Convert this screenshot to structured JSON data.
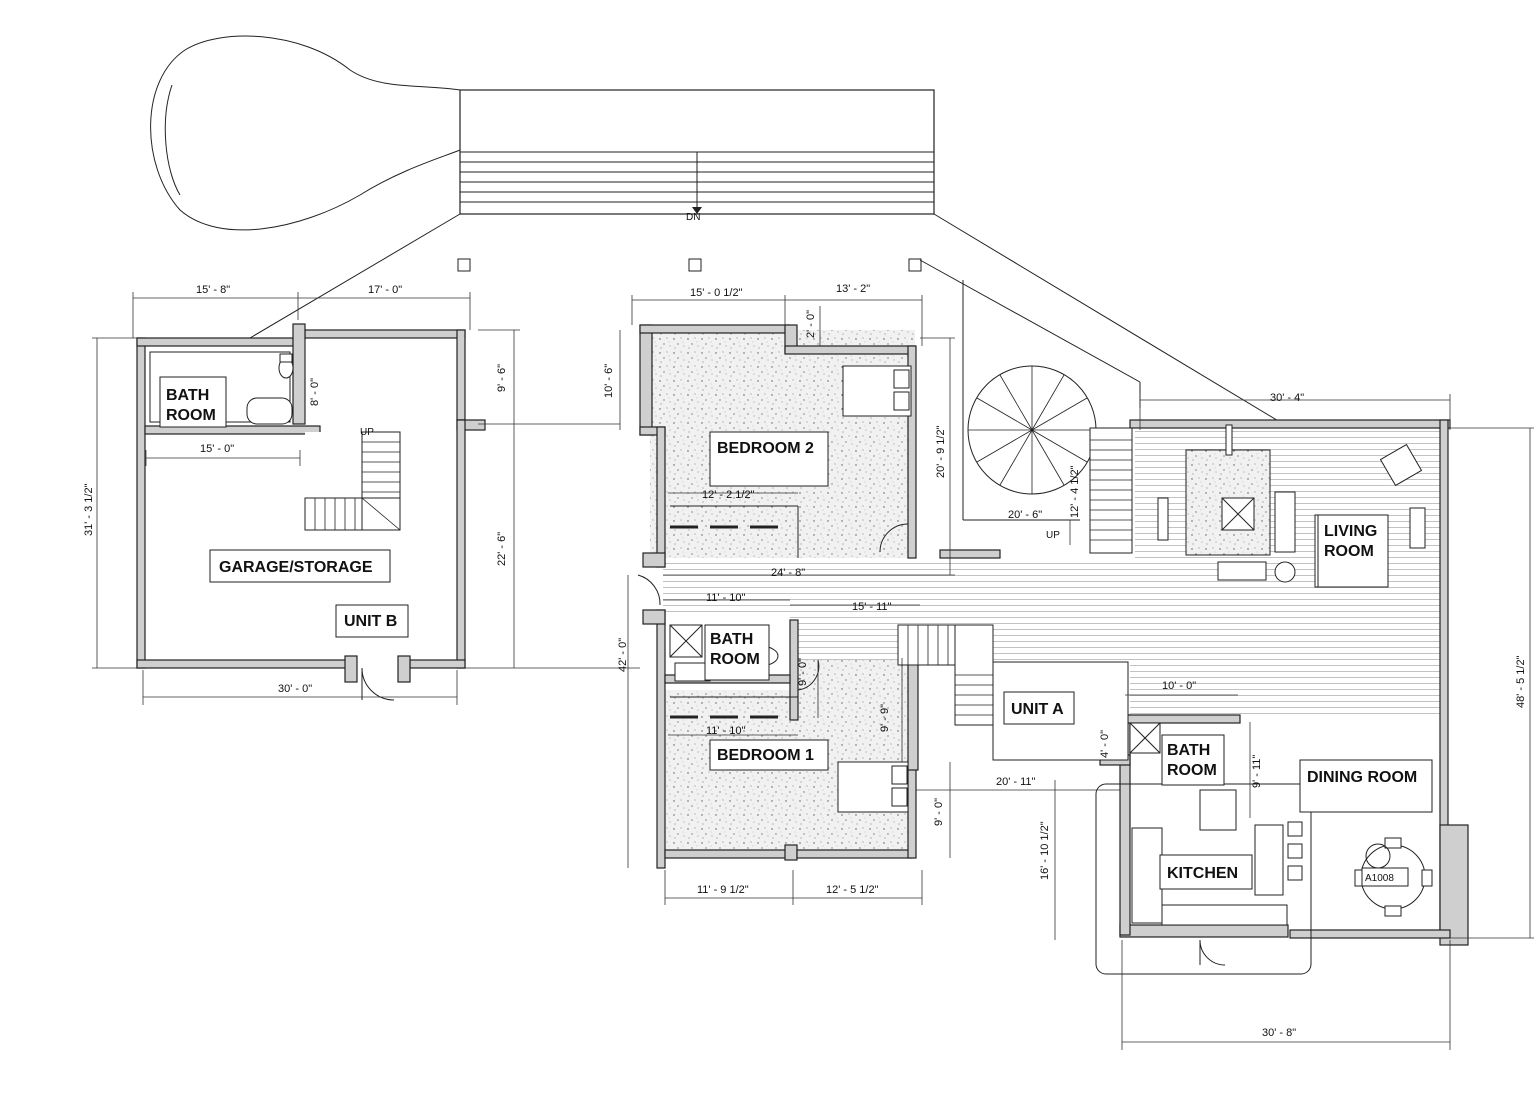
{
  "rooms": {
    "unit_b_bath_line1": "BATH",
    "unit_b_bath_line2": "ROOM",
    "garage": "GARAGE/STORAGE",
    "unit_b": "UNIT B",
    "bedroom2": "BEDROOM 2",
    "living_line1": "LIVING",
    "living_line2": "ROOM",
    "bath_a_line1": "BATH",
    "bath_a_line2": "ROOM",
    "bedroom1": "BEDROOM 1",
    "unit_a": "UNIT A",
    "bath_k_line1": "BATH",
    "bath_k_line2": "ROOM",
    "dining": "DINING ROOM",
    "kitchen": "KITCHEN"
  },
  "tags": {
    "dn": "DN",
    "up_garage": "UP",
    "up_stair": "UP",
    "section": "A1008"
  },
  "dims": {
    "d_15_8": "15' - 8\"",
    "d_17_0": "17' - 0\"",
    "d_31_3": "31' - 3 1/2\"",
    "d_8_0": "8' - 0\"",
    "d_15_0": "15' - 0\"",
    "d_9_6": "9' - 6\"",
    "d_22_6": "22' - 6\"",
    "d_30_0": "30' - 0\"",
    "d_15_0h": "15' - 0 1/2\"",
    "d_13_2": "13' - 2\"",
    "d_2_0": "2' - 0\"",
    "d_10_6": "10' - 6\"",
    "d_20_9": "20' - 9 1/2\"",
    "d_12_2": "12' - 2 1/2\"",
    "d_30_4": "30' - 4\"",
    "d_12_4": "12' - 4 1/2\"",
    "d_20_6": "20' - 6\"",
    "d_24_8": "24' - 8\"",
    "d_11_10a": "11' - 10\"",
    "d_15_11": "15' - 11\"",
    "d_42_0": "42' - 0\"",
    "d_9_0a": "9' - 0\"",
    "d_9_9": "9' - 9\"",
    "d_11_10b": "11' - 10\"",
    "d_10_0": "10' - 0\"",
    "d_4_0": "4' - 0\"",
    "d_9_11": "9' - 11\"",
    "d_48_5": "48' - 5 1/2\"",
    "d_20_11": "20' - 11\"",
    "d_9_0b": "9' - 0\"",
    "d_16_10": "16' - 10 1/2\"",
    "d_11_9": "11' - 9 1/2\"",
    "d_12_5": "12' - 5 1/2\"",
    "d_30_8": "30' - 8\""
  }
}
